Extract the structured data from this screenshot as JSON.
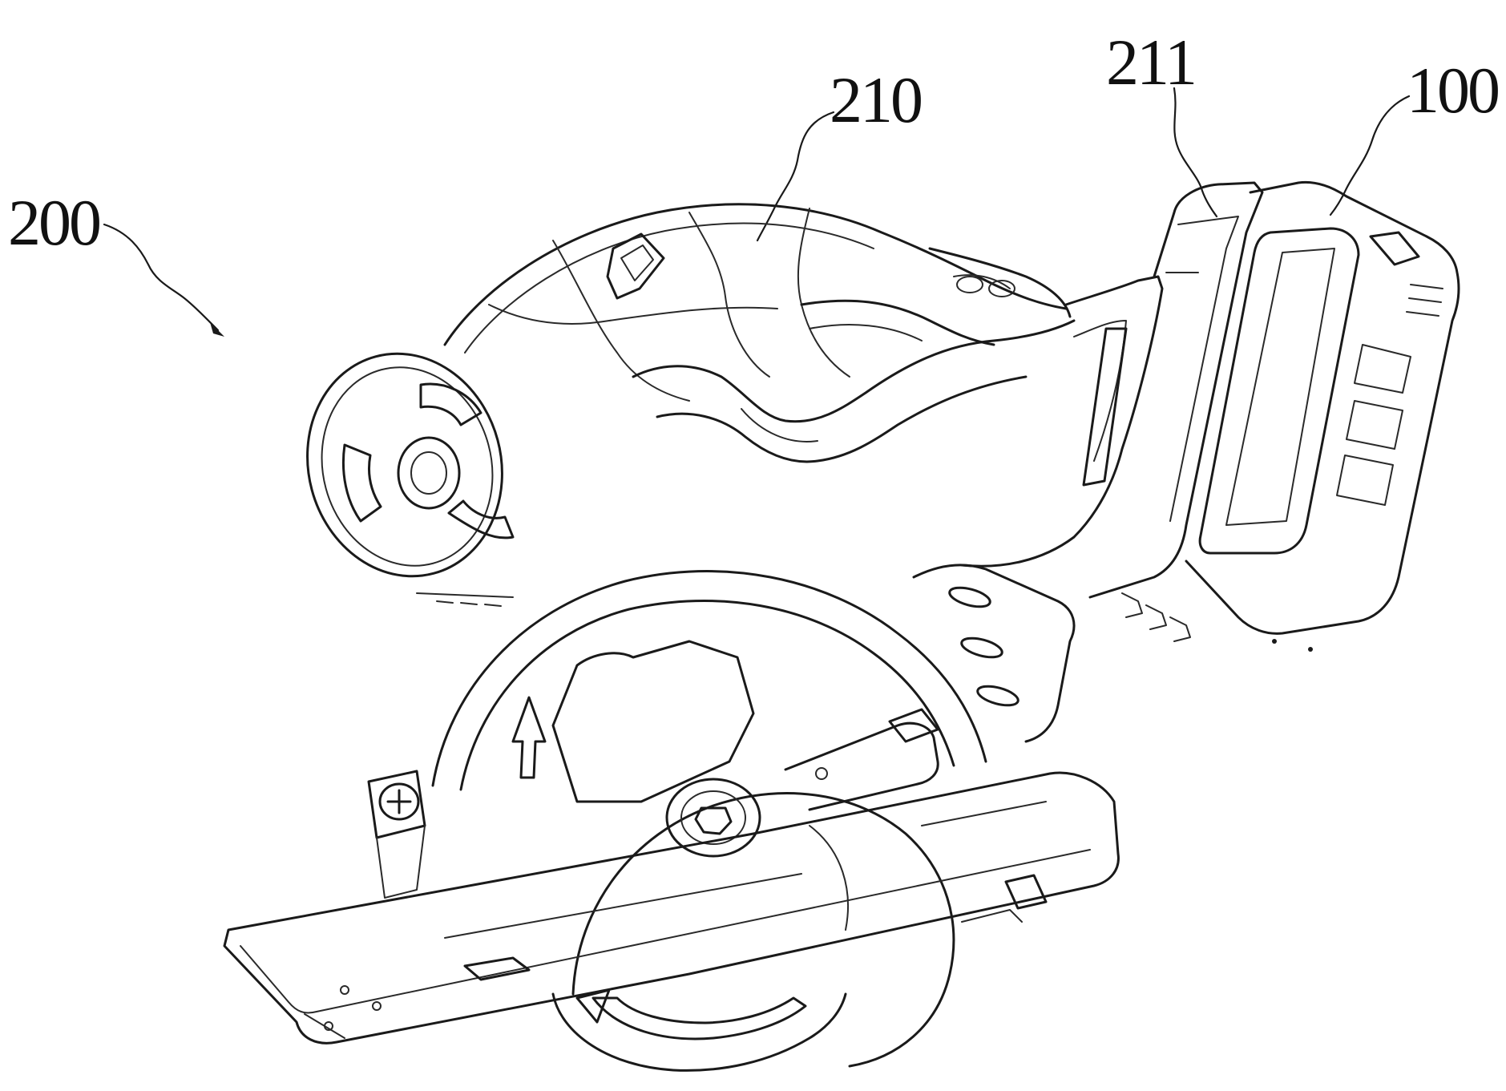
{
  "figure": {
    "labels": [
      {
        "id": "200",
        "text": "200"
      },
      {
        "id": "210",
        "text": "210"
      },
      {
        "id": "211",
        "text": "211"
      },
      {
        "id": "100",
        "text": "100"
      }
    ]
  },
  "colors": {
    "ink": "#1a1a1a",
    "paper": "#ffffff"
  }
}
